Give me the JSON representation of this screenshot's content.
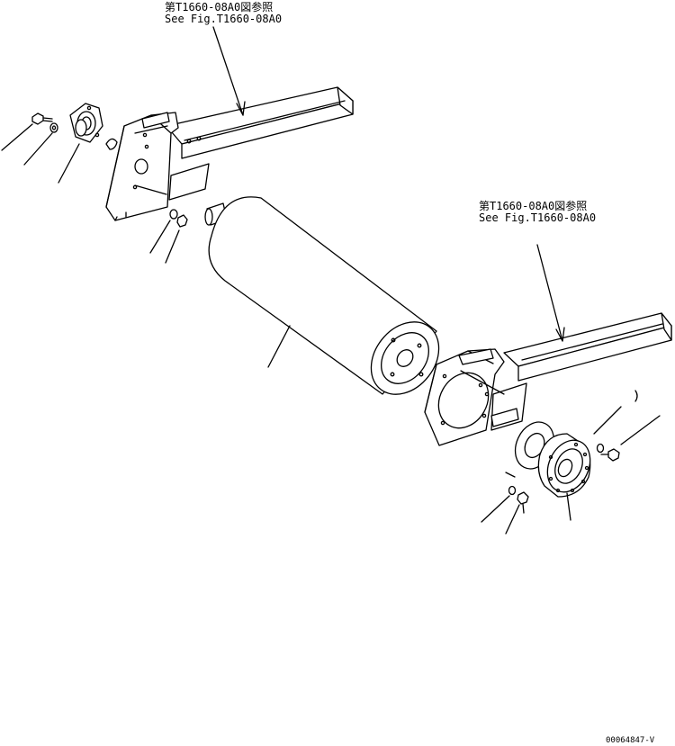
{
  "references": [
    {
      "jp": "第T1660-08A0図参照",
      "en": "See Fig.T1660-08A0"
    },
    {
      "jp": "第T1660-08A0図参照",
      "en": "See Fig.T1660-08A0"
    }
  ],
  "drawing_code": "00064847-V"
}
